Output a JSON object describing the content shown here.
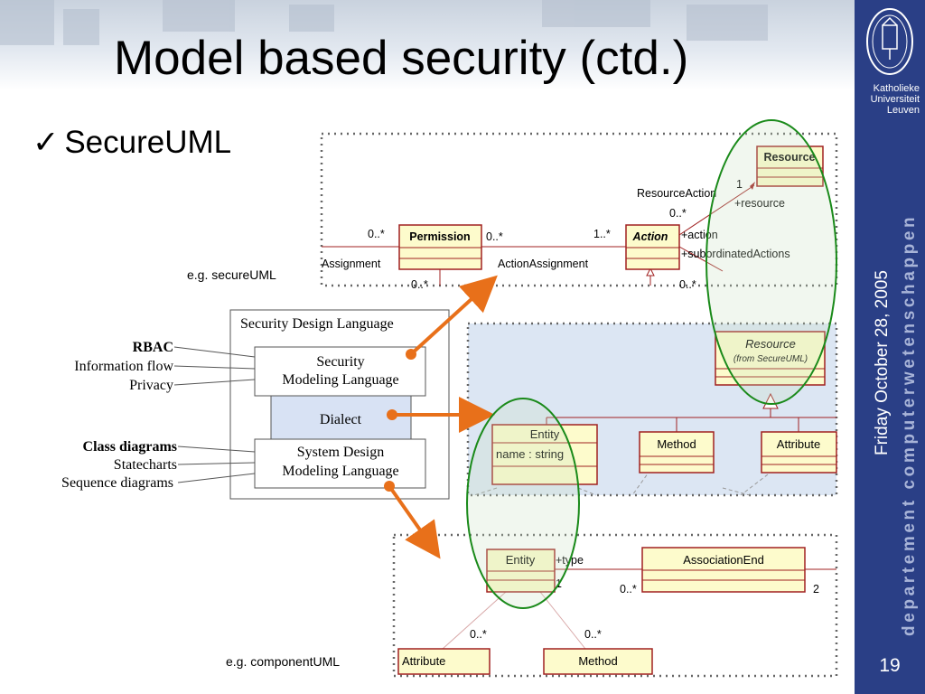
{
  "slide": {
    "title": "Model based security (ctd.)",
    "bullet_check": "✓",
    "bullet": "SecureUML",
    "date": "Friday October 28, 2005",
    "department": "departement computerwetenschappen",
    "university": [
      "Katholieke",
      "Universiteit",
      "Leuven"
    ],
    "page_number": "19",
    "colors": {
      "sidebar": "#2a3f86",
      "arrow": "#e8701a",
      "ellipse": "#1a8a1a",
      "uml_class_fill": "#fdfbcc",
      "uml_border": "#a02020",
      "dialect_bg": "#d8e2f4"
    }
  },
  "captions": {
    "secureuml": "e.g. secureUML",
    "componentuml": "e.g. componentUML"
  },
  "secureuml_diagram": {
    "classes": {
      "resource": "Resource",
      "permission": "Permission",
      "action": "Action"
    },
    "labels": {
      "resource_action": "ResourceAction",
      "one": "1",
      "resource_role": "+resource",
      "zero_many_a": "0..*",
      "action_role": "+action",
      "subordinated": "+subordinatedActions",
      "zero_many_b": "0..*",
      "zero_many_c": "0..*",
      "one_many": "1..*",
      "assignment": "Assignment",
      "action_assignment": "ActionAssignment",
      "zero_many_bottom_left": "0..*",
      "zero_many_bottom_right": "0..*"
    }
  },
  "language_diagram": {
    "container_title": "Security Design Language",
    "security_modeling": [
      "Security",
      "Modeling Language"
    ],
    "dialect": "Dialect",
    "system_design": [
      "System Design",
      "Modeling Language"
    ],
    "left_top": [
      "RBAC",
      "Information flow",
      "Privacy"
    ],
    "left_bottom": [
      "Class diagrams",
      "Statecharts",
      "Sequence diagrams"
    ]
  },
  "dialect_diagram": {
    "resource": "Resource",
    "resource_sub": "(from SecureUML)",
    "entity": "Entity",
    "entity_attr": "name : string",
    "method": "Method",
    "attribute": "Attribute"
  },
  "componentuml_diagram": {
    "entity": "Entity",
    "type_role": "+type",
    "one": "1",
    "association_end": "AssociationEnd",
    "zero_many_a": "0..*",
    "two": "2",
    "zero_many_b": "0..*",
    "zero_many_c": "0..*",
    "attribute": "Attribute",
    "method": "Method"
  }
}
